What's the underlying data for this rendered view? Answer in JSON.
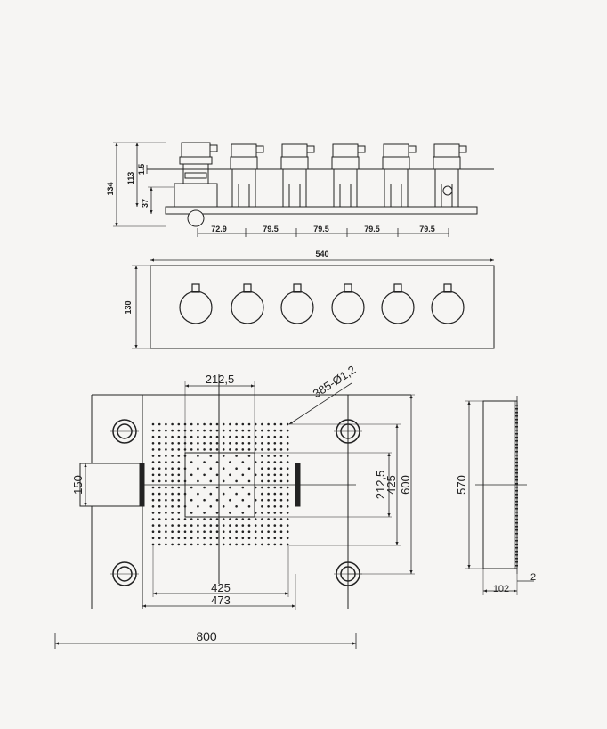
{
  "top_view": {
    "dims": {
      "total_height": "134",
      "body_height": "113",
      "flange": "1.5",
      "lower": "37",
      "spacing_first": "72.9",
      "spacing": [
        "79.5",
        "79.5",
        "79.5",
        "79.5"
      ]
    },
    "valve_count": 6
  },
  "front_view": {
    "width": "540",
    "height": "130",
    "knob_count": 6
  },
  "plan_view": {
    "top_inner": "212,5",
    "holes": "385-Ø1,2",
    "left_inlet": "150",
    "right_inner": "212,5",
    "right_mid": "425",
    "right_outer": "600",
    "bottom_inner": "425",
    "bottom_outer": "473",
    "overall": "800"
  },
  "side_view": {
    "height": "570",
    "depth": "102",
    "lip": "2"
  }
}
